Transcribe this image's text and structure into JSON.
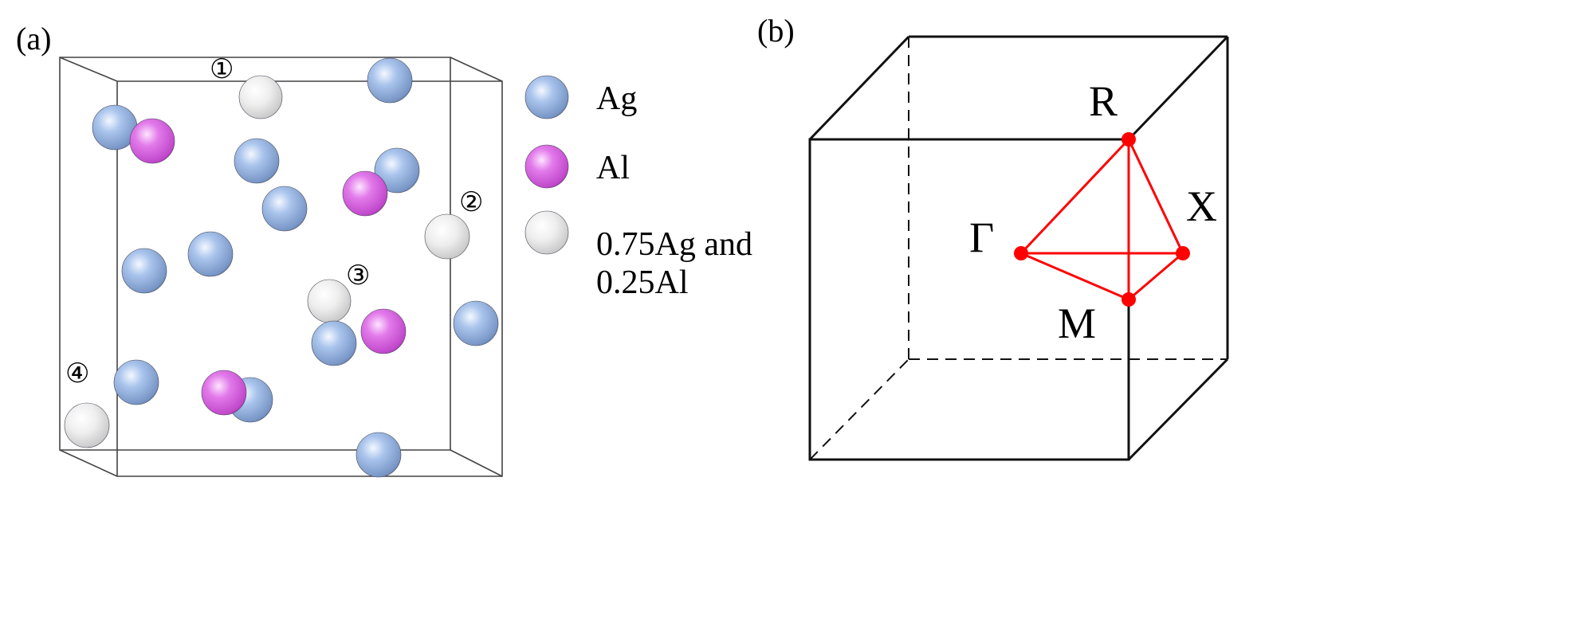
{
  "panel_a": {
    "label": "(a)",
    "site_markers": [
      "①",
      "②",
      "③",
      "④"
    ],
    "legend": [
      {
        "species": "Ag",
        "color": "#8fb2e0",
        "lines": [
          "Ag"
        ]
      },
      {
        "species": "Al",
        "color": "#d85ee0",
        "lines": [
          "Al"
        ]
      },
      {
        "species": "mixed",
        "color": "#ececec",
        "lines": [
          "0.75Ag and",
          "0.25Al"
        ]
      }
    ]
  },
  "panel_b": {
    "label": "(b)",
    "high_symmetry_points": [
      "R",
      "Γ",
      "X",
      "M"
    ],
    "path_color": "#ff0000"
  }
}
